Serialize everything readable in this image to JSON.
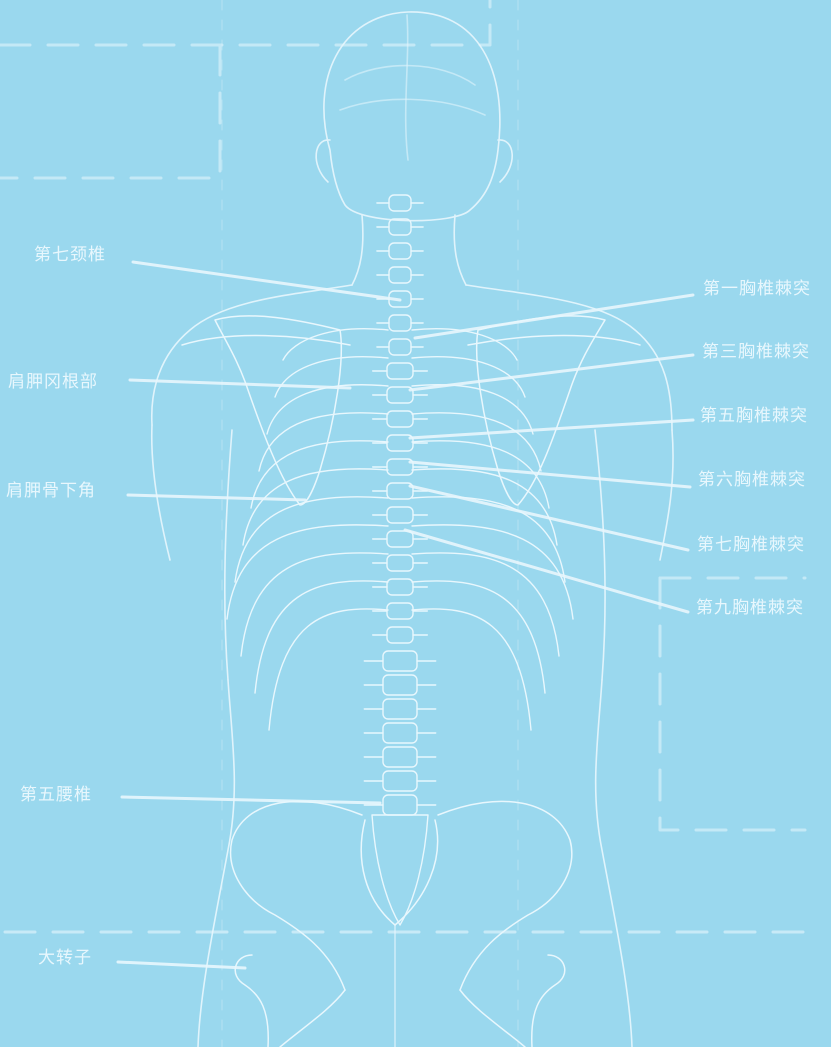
{
  "colors": {
    "background": "#9ad8ee",
    "line": "#e8f7fd"
  },
  "labels": {
    "c7": "第七颈椎",
    "scapula_spine_root": "肩胛冈根部",
    "scapula_inferior_angle": "肩胛骨下角",
    "l5": "第五腰椎",
    "greater_trochanter": "大转子",
    "t1": "第一胸椎棘突",
    "t3": "第三胸椎棘突",
    "t5": "第五胸椎棘突",
    "t6": "第六胸椎棘突",
    "t7": "第七胸椎棘突",
    "t9": "第九胸椎棘突"
  }
}
